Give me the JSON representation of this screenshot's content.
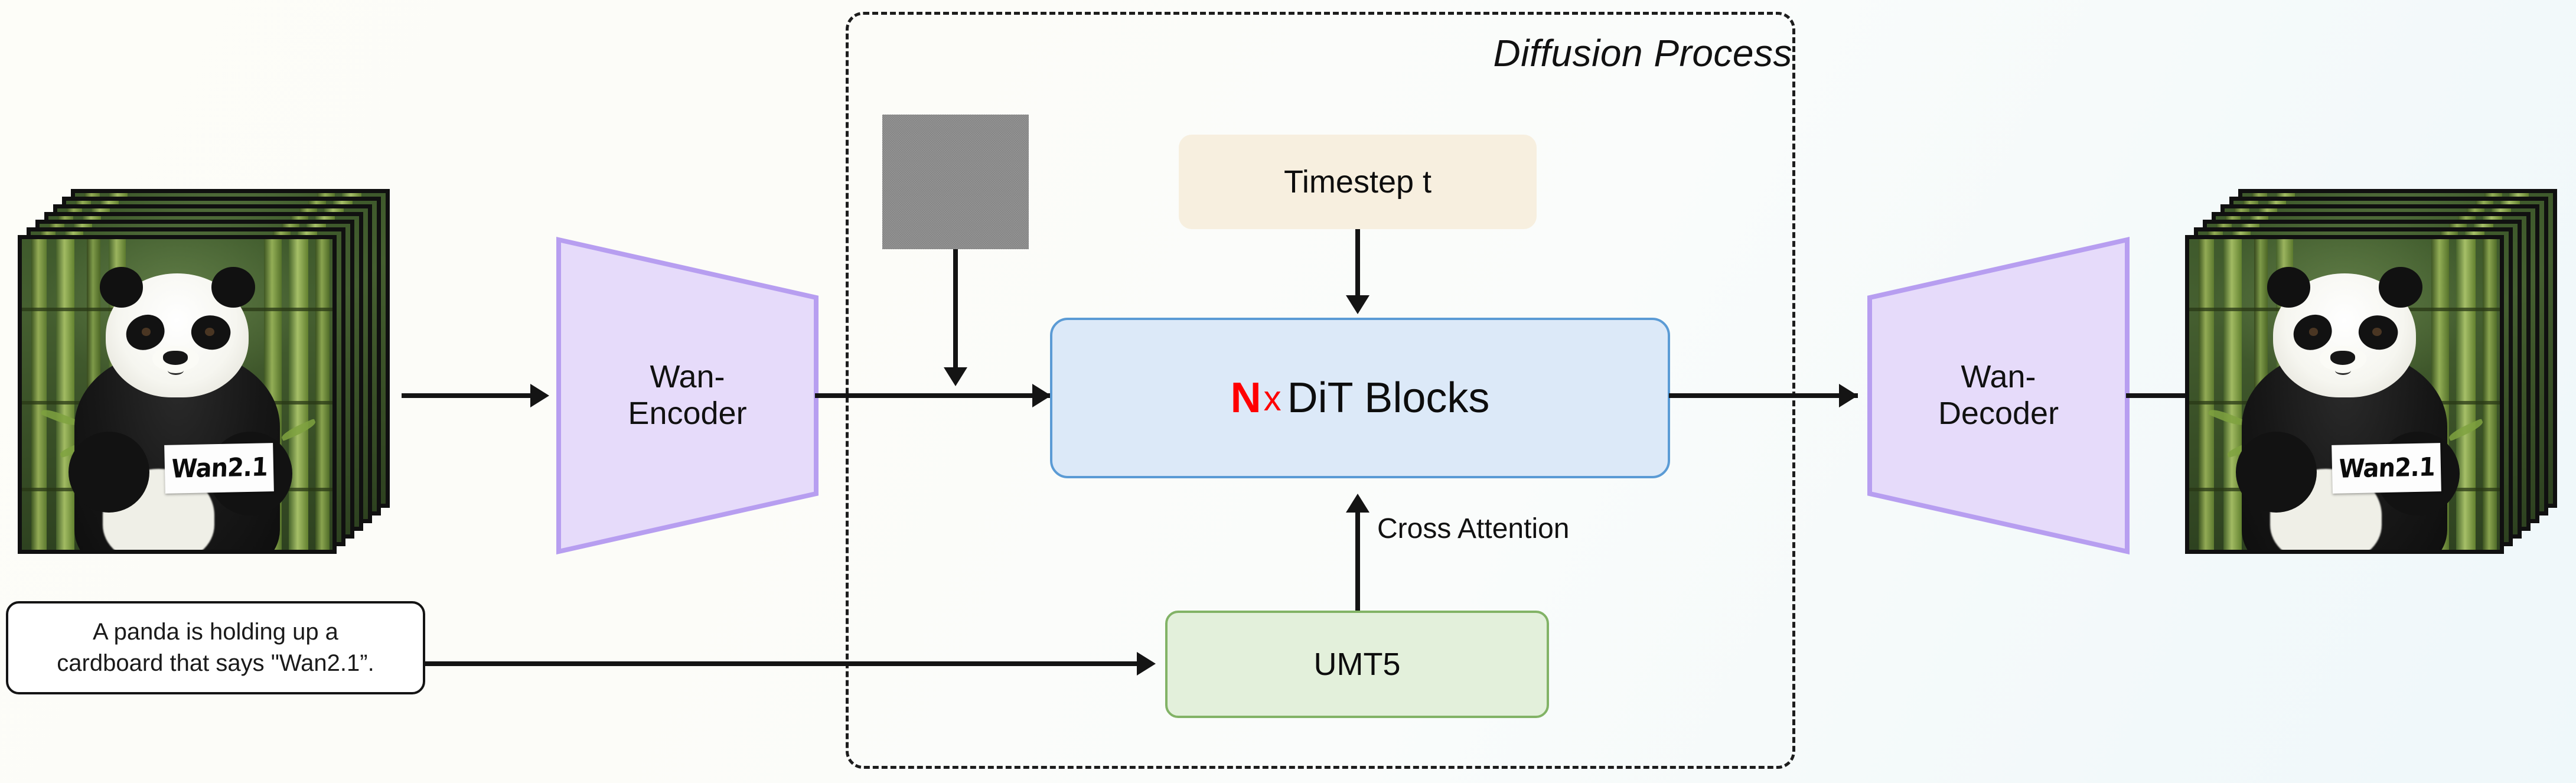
{
  "diagram": {
    "title": "Wan2.1 video diffusion pipeline",
    "region_label": "Diffusion Process",
    "background_gradient_from": "#fdfdf8",
    "background_gradient_to": "#eff8fa"
  },
  "nodes": {
    "input_stack": {
      "name": "input-video-frames",
      "sign_text": "Wan2.1",
      "frame_count": 7
    },
    "encoder": {
      "label_line1": "Wan-",
      "label_line2": "Encoder",
      "fill": "#e6dbfa",
      "stroke": "#b79ef0"
    },
    "noise": {
      "name": "gaussian-noise-latent"
    },
    "timestep": {
      "label": "Timestep t",
      "fill": "#f7efdf"
    },
    "dit": {
      "n_symbol": "N",
      "times_symbol": "x",
      "label": "DiT Blocks",
      "n_color": "#ff0000",
      "fill": "#dce9f8",
      "stroke": "#5b9bd5"
    },
    "umt5": {
      "label": "UMT5",
      "fill": "#e3f0db",
      "stroke": "#82b366"
    },
    "prompt": {
      "line1": "A panda is holding up a",
      "line2": "cardboard that says \"Wan2.1”."
    },
    "decoder": {
      "label_line1": "Wan-",
      "label_line2": "Decoder",
      "fill": "#e6dbfa",
      "stroke": "#b79ef0"
    },
    "output_stack": {
      "name": "output-video-frames",
      "sign_text": "Wan2.1",
      "frame_count": 7
    }
  },
  "edges": {
    "cross_attention_label": "Cross Attention"
  }
}
